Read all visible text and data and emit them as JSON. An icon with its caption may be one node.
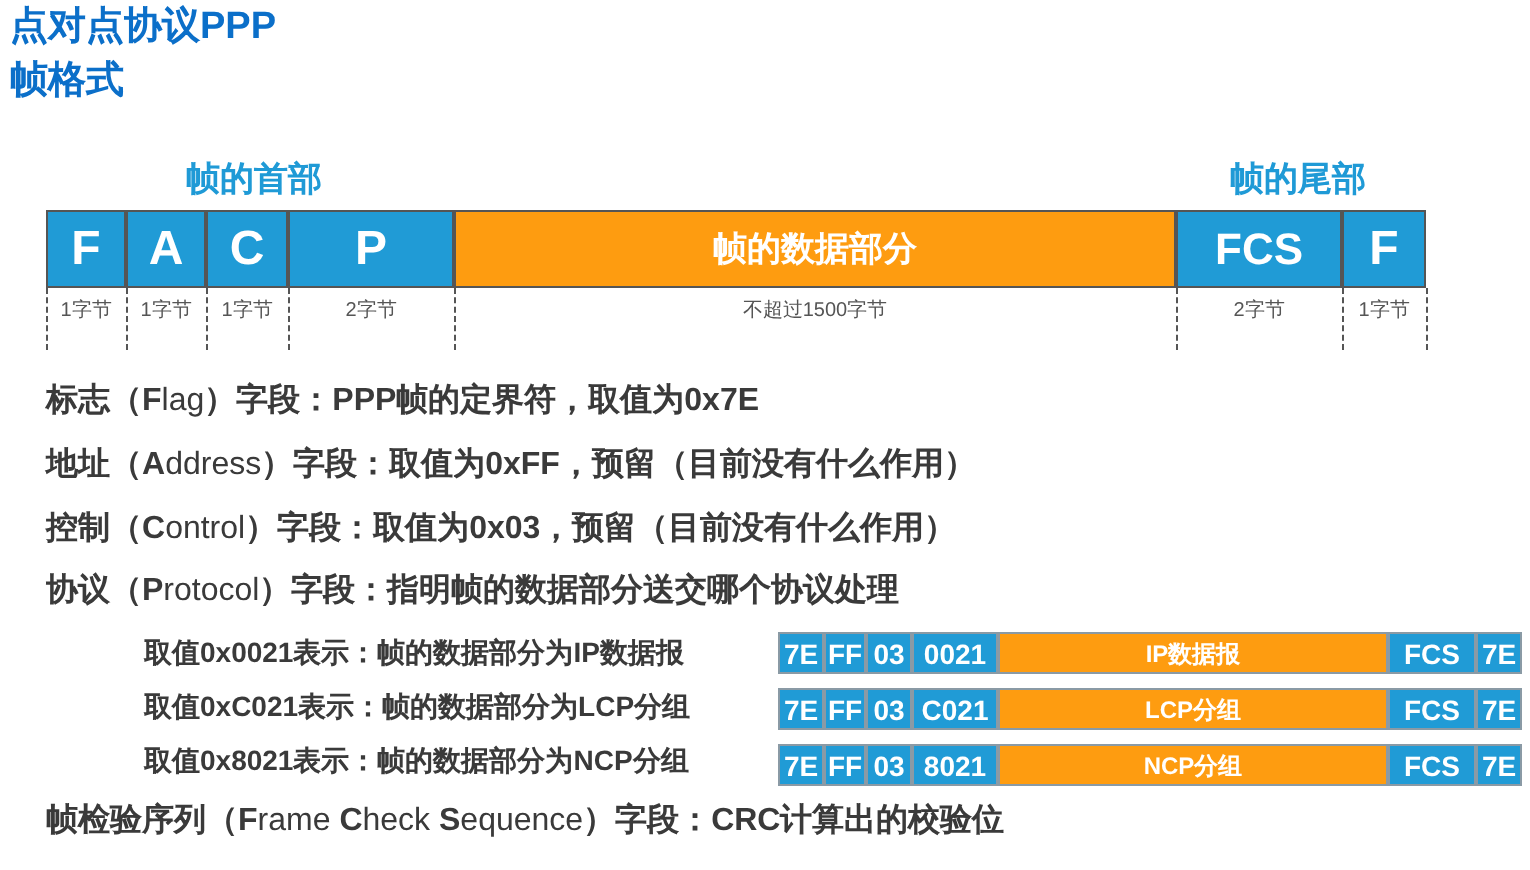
{
  "diagram": {
    "title": "点对点协议PPP",
    "nodes": [
      {
        "text": [
          "F"
        ],
        "beside": [
          "1字节"
        ]
      },
      {
        "text": [
          "A"
        ],
        "beside": [
          "1字节"
        ]
      },
      {
        "text": [
          "C"
        ],
        "beside": [
          "1字节"
        ]
      },
      {
        "text": [
          "P"
        ],
        "beside": [
          "2字节"
        ]
      },
      {
        "text": [
          "帧的数据部分"
        ],
        "beside": [
          "不超过1500字节"
        ]
      },
      {
        "text": [
          "FCS"
        ],
        "beside": [
          "2字节"
        ]
      },
      {
        "text": [
          "F"
        ],
        "beside": [
          "1字节"
        ]
      },
      {
        "text": [
          "7E"
        ]
      },
      {
        "text": [
          "FF"
        ]
      },
      {
        "text": [
          "03"
        ]
      },
      {
        "text": [
          "0021"
        ]
      },
      {
        "text": [
          "IP数据报"
        ]
      },
      {
        "text": [
          "FCS"
        ]
      },
      {
        "text": [
          "7E"
        ]
      },
      {
        "text": [
          "7E"
        ]
      },
      {
        "text": [
          "FF"
        ]
      },
      {
        "text": [
          "03"
        ]
      },
      {
        "text": [
          "C021"
        ]
      },
      {
        "text": [
          "LCP分组"
        ]
      },
      {
        "text": [
          "FCS"
        ]
      },
      {
        "text": [
          "7E"
        ]
      },
      {
        "text": [
          "7E"
        ]
      },
      {
        "text": [
          "FF"
        ]
      },
      {
        "text": [
          "03"
        ]
      },
      {
        "text": [
          "8021"
        ]
      },
      {
        "text": [
          "NCP分组"
        ]
      },
      {
        "text": [
          "FCS"
        ]
      },
      {
        "text": [
          "7E"
        ]
      }
    ],
    "labels": [
      "帧格式",
      "帧的首部",
      "帧的尾部",
      "**标志（F**lag**）字段：PPP帧的定界符，取值为0x7E**",
      "**地址（A**ddress**）字段：取值为0xFF，预留（目前没有什么作用）**",
      "**控制（C**ontrol**）字段：取值为0x03，预留（目前没有什么作用）**",
      "**协议（P**rotocol**）字段：指明帧的数据部分送交哪个协议处理**",
      "取值0x0021表示：帧的数据部分为IP数据报",
      "取值0xC021表示：帧的数据部分为LCP分组",
      "取值0x8021表示：帧的数据部分为NCP分组",
      "**帧检验序列（F**rame **C**heck **S**equence**）字段：CRC计算出的校验位**"
    ]
  }
}
